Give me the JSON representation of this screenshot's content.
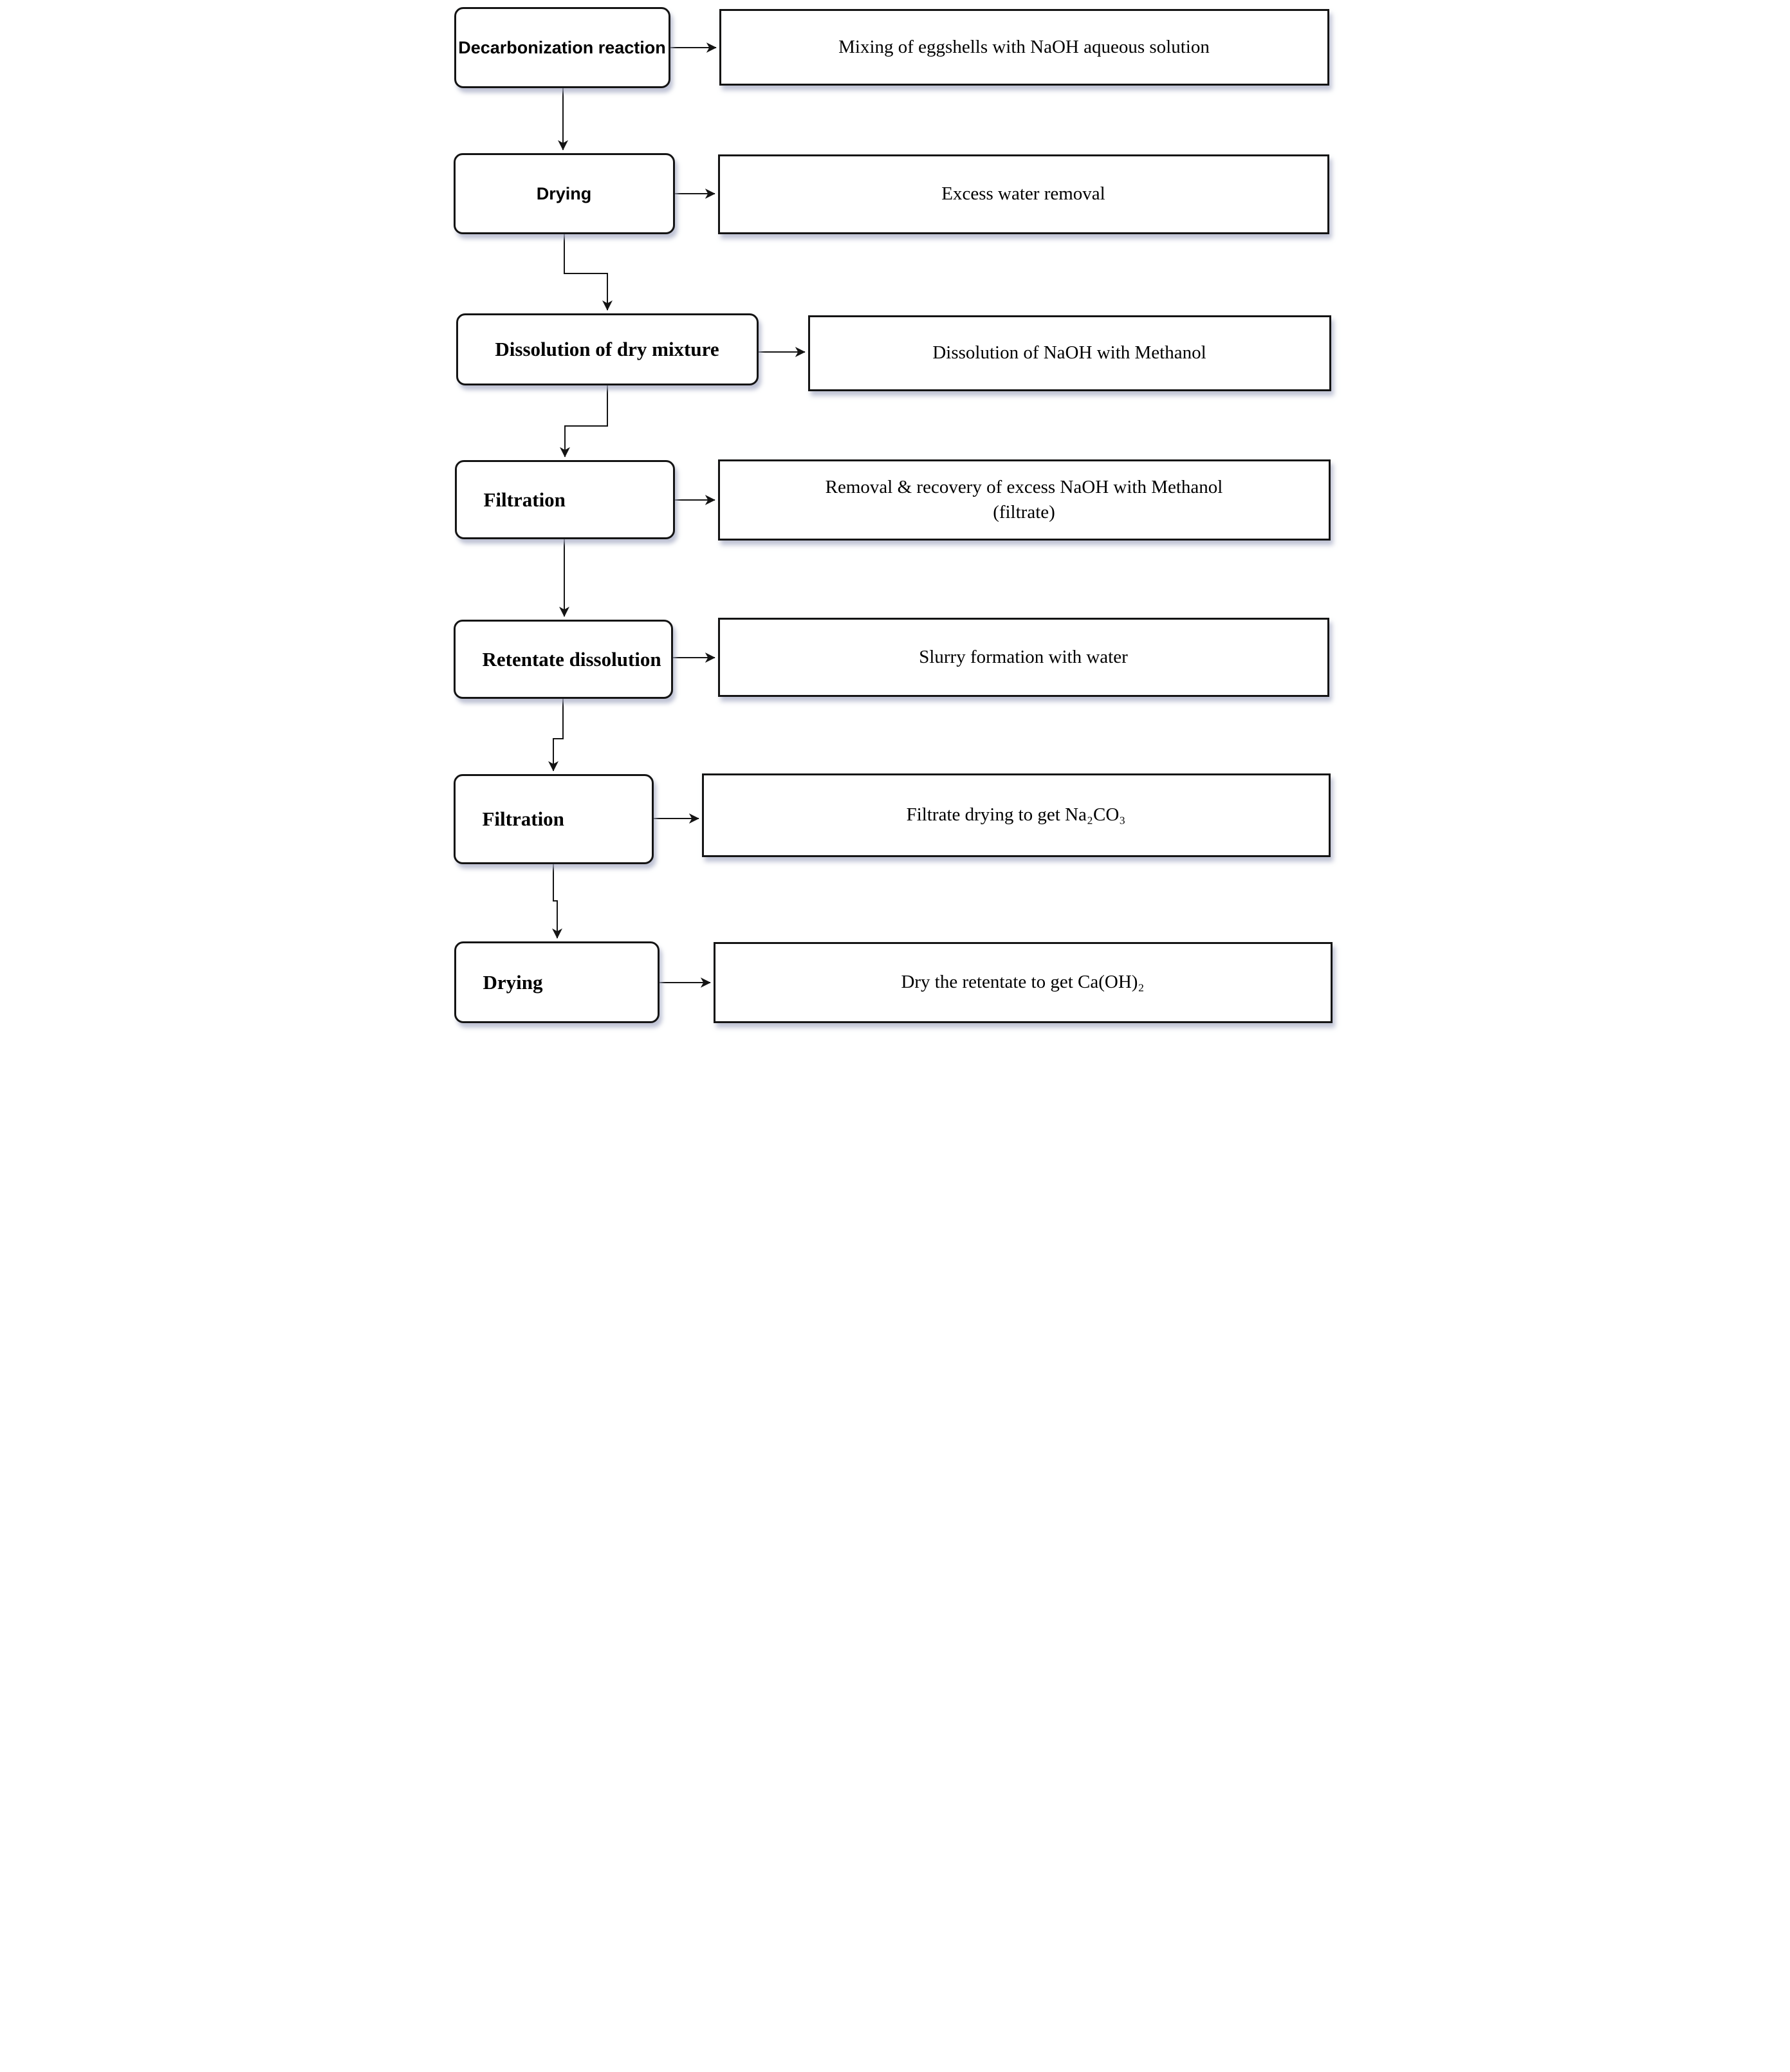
{
  "diagram": {
    "type": "flowchart",
    "rows": [
      {
        "step": "Decarbonization reaction",
        "detail": "Mixing of eggshells with NaOH aqueous solution"
      },
      {
        "step": "Drying",
        "detail": "Excess water removal"
      },
      {
        "step": "Dissolution of dry mixture",
        "detail": "Dissolution of NaOH with Methanol"
      },
      {
        "step": "Filtration",
        "detail": "Removal & recovery of excess NaOH with Methanol (filtrate)"
      },
      {
        "step": "Retentate dissolution",
        "detail": "Slurry formation with water"
      },
      {
        "step": "Filtration",
        "detail": "Filtrate drying to get Na₂CO₃"
      },
      {
        "step": "Drying",
        "detail": "Dry the retentate to get Ca(OH)₂"
      }
    ],
    "colors": {
      "box_fill": "#ffffff",
      "border": "#141414",
      "text": "#000000",
      "shadow": "#a8aec6"
    }
  }
}
